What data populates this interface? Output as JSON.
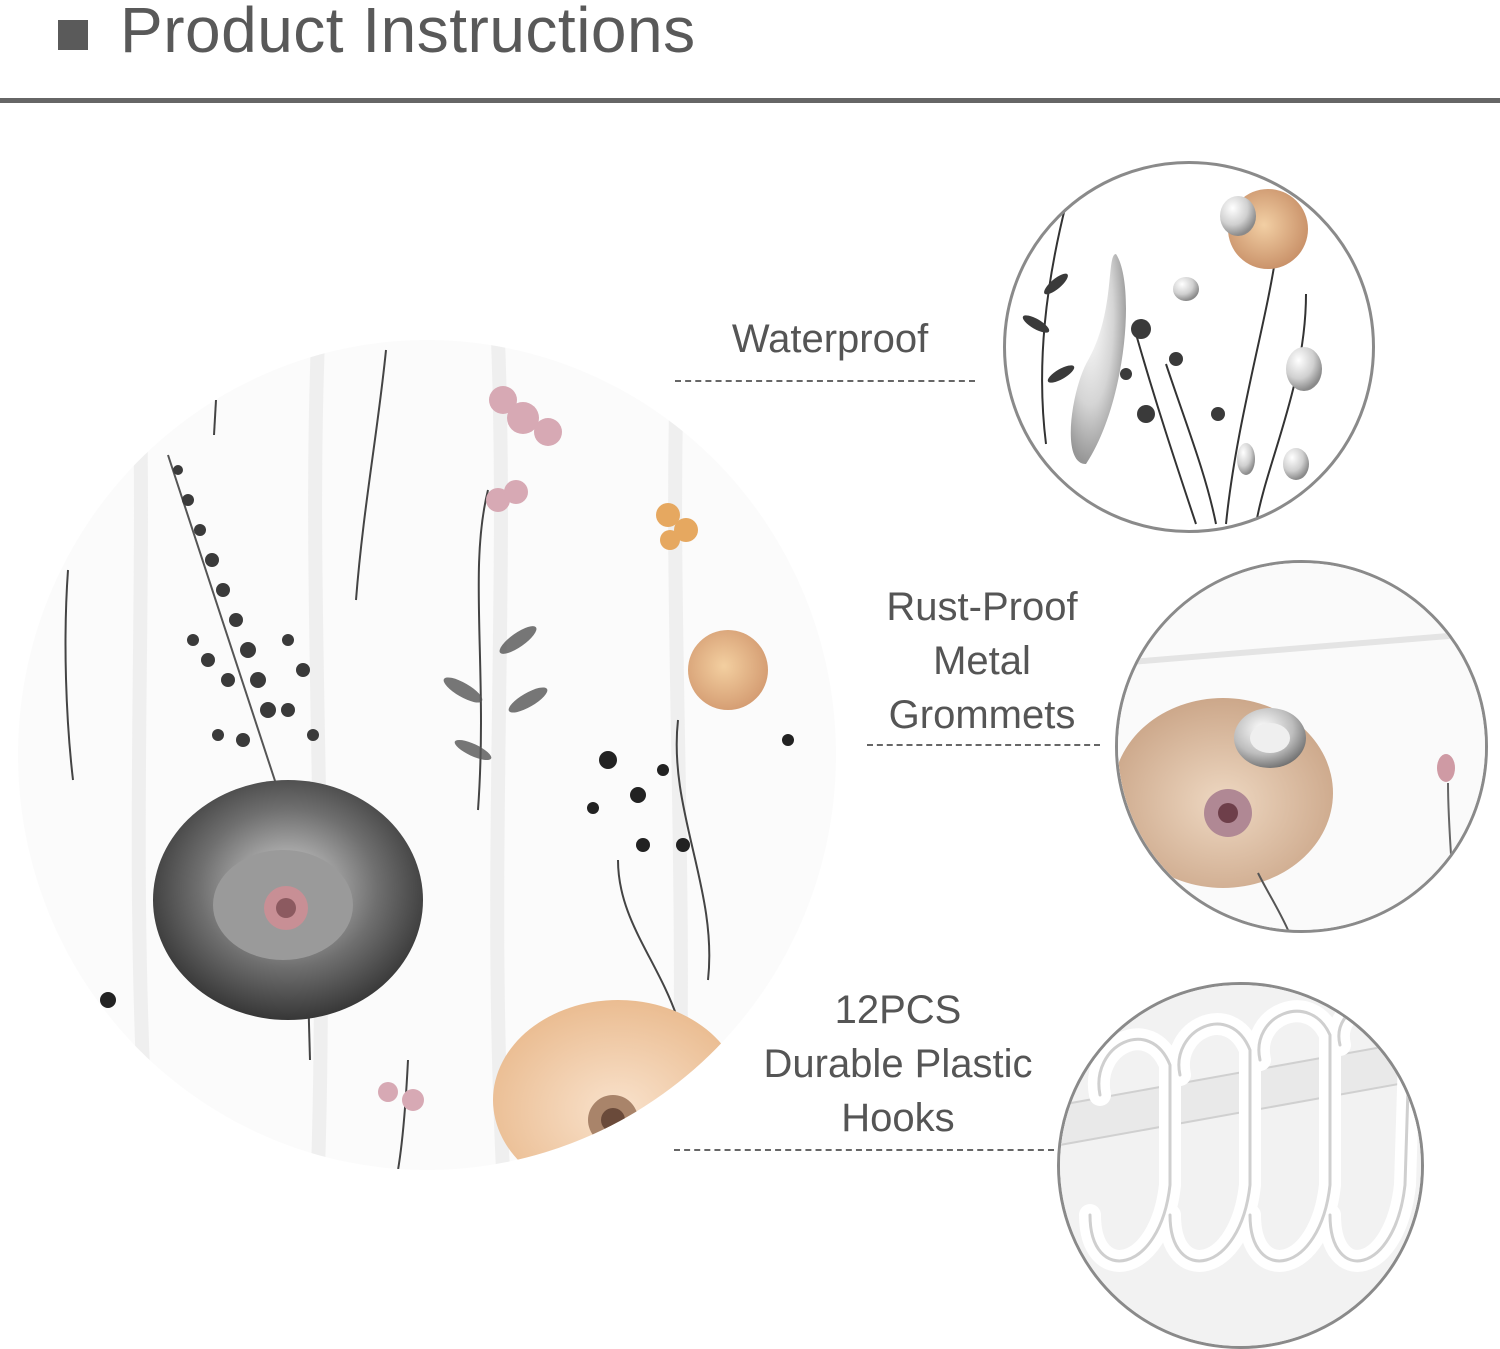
{
  "header": {
    "title": "Product Instructions",
    "accent_color": "#5a5a5a"
  },
  "features": [
    {
      "label": "Waterproof",
      "icon": "water-drops-closeup"
    },
    {
      "label_lines": [
        "Rust-Proof",
        "Metal",
        "Grommets"
      ],
      "icon": "metal-grommet-closeup"
    },
    {
      "label_lines": [
        "12PCS",
        "Durable Plastic",
        "Hooks"
      ],
      "icon": "plastic-hooks-closeup"
    }
  ],
  "colors": {
    "text": "#555555",
    "circle_border": "#8a8a8a",
    "divider": "#666666"
  }
}
